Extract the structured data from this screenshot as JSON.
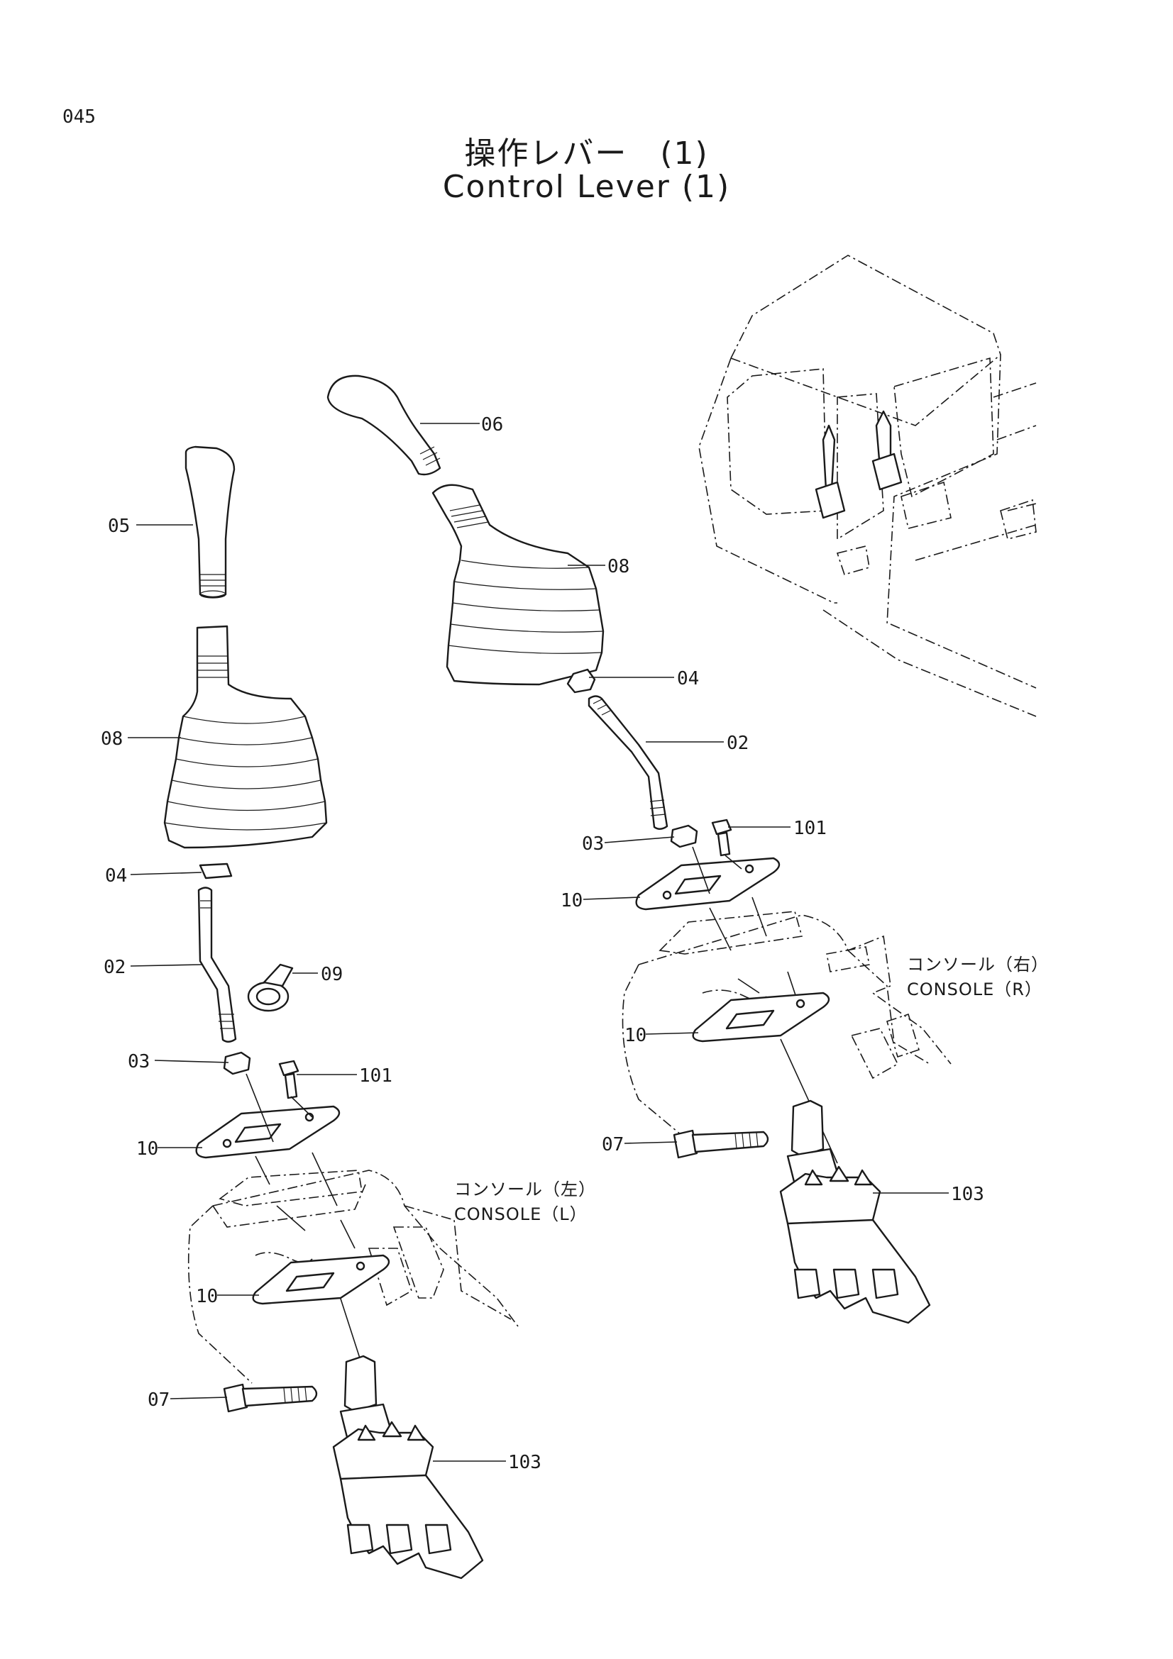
{
  "page_number": "045",
  "title_jp": "操作レバー　(1)",
  "title_en": "Control Lever (1)",
  "console_left": {
    "jp": "コンソール（左）",
    "en": "CONSOLE（L）"
  },
  "console_right": {
    "jp": "コンソール（右）",
    "en": "CONSOLE（R）"
  },
  "left_labels": {
    "grip": "05",
    "boot": "08",
    "nut": "04",
    "lever": "02",
    "clamp": "09",
    "adapter": "03",
    "bolt_small": "101",
    "plate_upper": "10",
    "plate_lower": "10",
    "bolt": "07",
    "valve": "103"
  },
  "right_labels": {
    "grip": "06",
    "boot": "08",
    "nut": "04",
    "lever": "02",
    "adapter": "03",
    "bolt_small": "101",
    "plate_upper": "10",
    "plate_lower": "10",
    "bolt": "07",
    "valve": "103"
  }
}
